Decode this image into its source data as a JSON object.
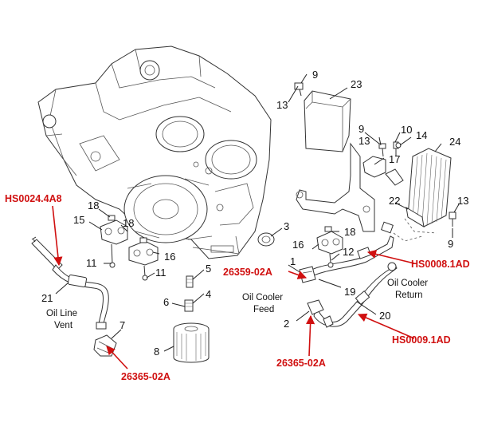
{
  "callouts": {
    "n1": "1",
    "n2": "2",
    "n3": "3",
    "n4": "4",
    "n5": "5",
    "n6": "6",
    "n7": "7",
    "n8": "8",
    "n9a": "9",
    "n9b": "9",
    "n9c": "9",
    "n10": "10",
    "n11a": "11",
    "n11b": "11",
    "n12": "12",
    "n13a": "13",
    "n13b": "13",
    "n13c": "13",
    "n14": "14",
    "n15": "15",
    "n16a": "16",
    "n16b": "16",
    "n17": "17",
    "n18a": "18",
    "n18b": "18",
    "n18c": "18",
    "n19": "19",
    "n20": "20",
    "n21": "21",
    "n22": "22",
    "n23": "23",
    "n24": "24"
  },
  "labels": {
    "oil_line_vent_1": "Oil Line",
    "oil_line_vent_2": "Vent",
    "oil_cooler_feed_1": "Oil Cooler",
    "oil_cooler_feed_2": "Feed",
    "oil_cooler_return_1": "Oil Cooler",
    "oil_cooler_return_2": "Return"
  },
  "part_numbers": {
    "vent_hose": "HS0024.4A8",
    "return_hose": "HS0008.1AD",
    "feed_hose": "HS0009.1AD",
    "fitting_center": "26359-02A",
    "fitting_left": "26365-02A",
    "fitting_feed": "26365-02A"
  },
  "colors": {
    "highlight": "#d01010",
    "line": "#222222"
  }
}
